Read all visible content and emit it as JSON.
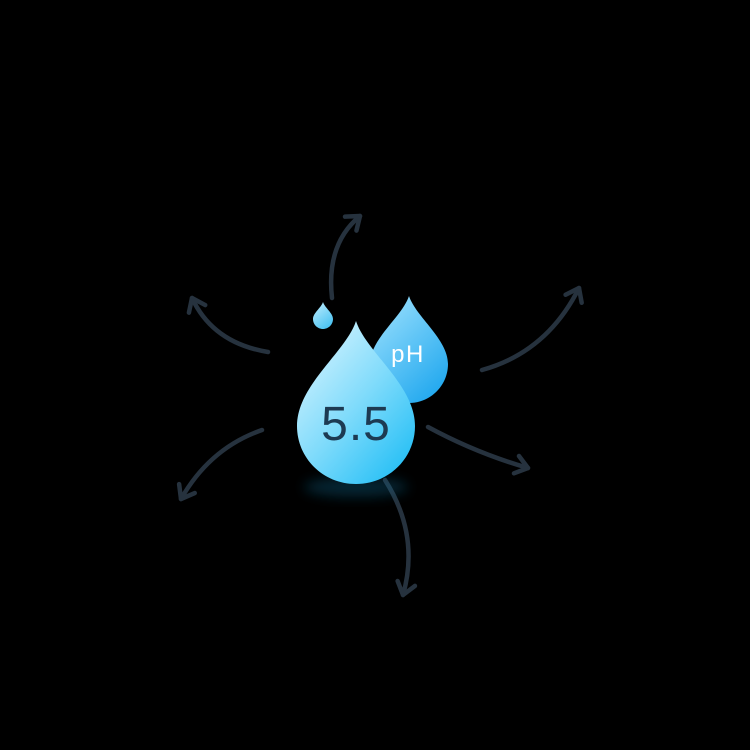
{
  "background_color": "#000000",
  "diagram": {
    "main_droplet": {
      "label": "5.5",
      "gradient_start": "#e6f8ff",
      "gradient_mid": "#7fdbfb",
      "gradient_end": "#22bef5",
      "label_color": "#1d3a52"
    },
    "ph_droplet": {
      "label": "pH",
      "gradient_start": "#a4e4fe",
      "gradient_end": "#25aaef",
      "label_color": "#ffffff"
    },
    "small_droplet": {
      "gradient_start": "#c2eefe",
      "gradient_end": "#4fc4f2"
    },
    "arrows": {
      "color": "#26323e",
      "count": "6",
      "directions": [
        "up",
        "upper-left",
        "upper-right",
        "lower-left",
        "lower-right",
        "down"
      ]
    }
  }
}
